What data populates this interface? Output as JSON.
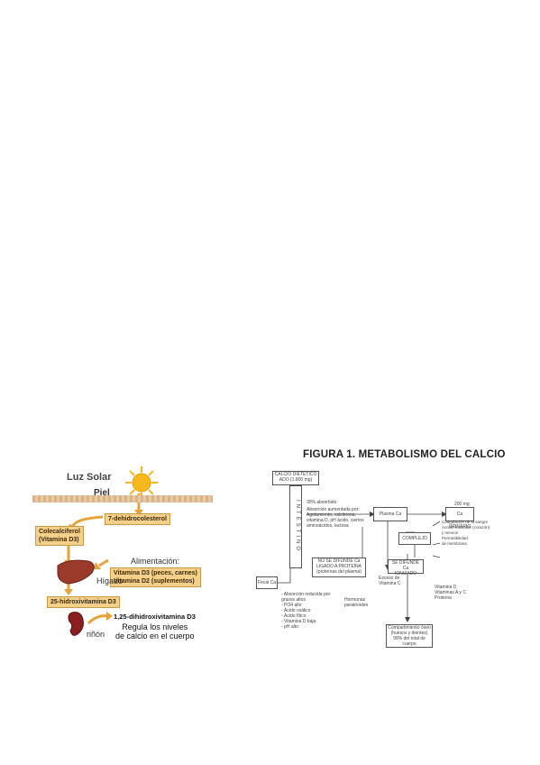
{
  "vitd": {
    "sun_label": "Luz Solar",
    "skin_label": "Piel",
    "step1": "7-dehidrocolesterol",
    "step2_line1": "Colecalciferol",
    "step2_line2": "(Vitamina D3)",
    "food_label": "Alimentación:",
    "food_line1": "Vitamina D3 (peces, carnes)",
    "food_line2": "Vitamina D2 (suplementos)",
    "liver_label": "Hígado",
    "step3": "25-hidroxivitamina D3",
    "step4": "1,25-dihidroxivitamina D3",
    "regulates_line1": "Regula los niveles",
    "regulates_line2": "de calcio en el cuerpo",
    "kidney_label": "riñón",
    "colors": {
      "sun": "#f6b81c",
      "box": "#f5d08a",
      "arrow": "#e8a23a",
      "liver": "#9b3a2a",
      "kidney": "#8b1e1e"
    }
  },
  "calcio": {
    "title": "FIGURA 1. METABOLISMO DEL CALCIO",
    "dietary_line1": "CALCIO DIETÉTICO",
    "dietary_line2": "ADO (1.800 mg)",
    "intestine": "INTESTINO",
    "absorb_pct": "30% absorbido",
    "absorb_line1": "Absorción aumentada por:",
    "absorb_line2": "Agotamiento, calcitriona,",
    "absorb_line3": "vitamina D, pH ácido, ciertos",
    "absorb_line4": "aminoácidos, lactosa",
    "plasma": "Plasma Ca",
    "membrane_mg": "200 mg",
    "membrane": "Ca URINARIO",
    "complex": "COMPLEJO",
    "eff1": "Coagulación de la sangre",
    "eff2": "Acción muscular (corazón)",
    "eff3": "y nervios",
    "eff4": "Permeabilidad",
    "eff5": "de membrana",
    "nodiff_line1": "NO SE DIFUNDE Ca",
    "nodiff_line2": "LIGADO A PROTEÍNA",
    "nodiff_line3": "(proteínas del plasma)",
    "diff_line1": "SE DIFUNDE Ca",
    "diff_line2": "IONIZADO",
    "fecal": "Fecal Ca",
    "red1": "- Absorción reducida por",
    "red2": "grasos altos",
    "red3": "- PO4 alto",
    "red4": "- Ácido oxálico",
    "red5": "- Ácido fítico",
    "red6": "- Vitamina D baja",
    "red7": "- pH alto",
    "horm1": "Hormonas",
    "horm2": "paratiroides",
    "excess1": "Exceso de",
    "excess2": "Vitamina C",
    "vit1": "Vitamina D",
    "vit2": "Vitaminas A y C",
    "vit3": "Proteína",
    "bone1": "Compartimiento óseo",
    "bone2": "(huesos y dientes)",
    "bone3": "99% del total de cuerpo"
  }
}
